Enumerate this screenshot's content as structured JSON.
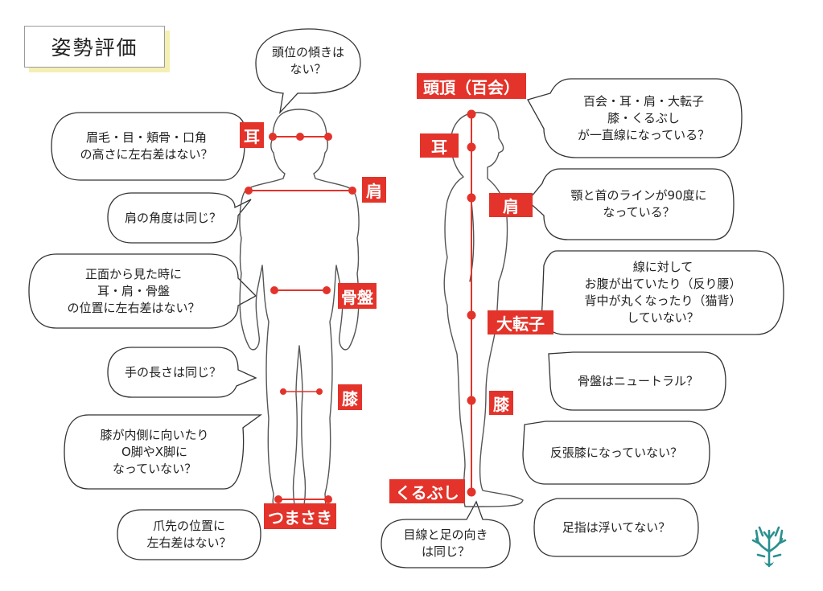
{
  "title": "姿勢評価",
  "front_view": {
    "labels": {
      "ear": "耳",
      "shoulder": "肩",
      "pelvis": "骨盤",
      "knee": "膝",
      "toe": "つまさき"
    },
    "questions": {
      "head_tilt": "頭位の傾きは\nない？",
      "face_height": "眉毛・目・頬骨・口角\nの高さに左右差はない？",
      "shoulder_angle": "肩の角度は同じ？",
      "front_asymmetry": "正面から見た時に\n耳・肩・骨盤\nの位置に左右差はない？",
      "arm_length": "手の長さは同じ？",
      "knee_alignment": "膝が内側に向いたり\nO脚やX脚に\nなっていない？",
      "toe_position": "爪先の位置に\n左右差はない？"
    }
  },
  "side_view": {
    "labels": {
      "vertex": "頭頂（百会）",
      "ear": "耳",
      "shoulder": "肩",
      "trochanter": "大転子",
      "knee": "膝",
      "ankle": "くるぶし"
    },
    "questions": {
      "alignment": "百会・耳・肩・大転子\n膝・くるぶし\nが一直線になっている？",
      "jaw_neck": "顎と首のラインが90度に\nなっている？",
      "trunk": "線に対して\nお腹が出ていたり（反り腰）\n背中が丸くなったり（猫背）\nしていない？",
      "pelvis_neutral": "骨盤はニュートラル？",
      "hyperextension": "反張膝になっていない？",
      "gaze_feet": "目線と足の向き\nは同じ？",
      "floating_toes": "足指は浮いてない？"
    }
  },
  "colors": {
    "accent": "#e3332a",
    "title_shadow": "#f5efb4",
    "logo": "#2a8f8f",
    "outline": "#555555"
  },
  "icons": [
    "coral-tree-logo"
  ]
}
